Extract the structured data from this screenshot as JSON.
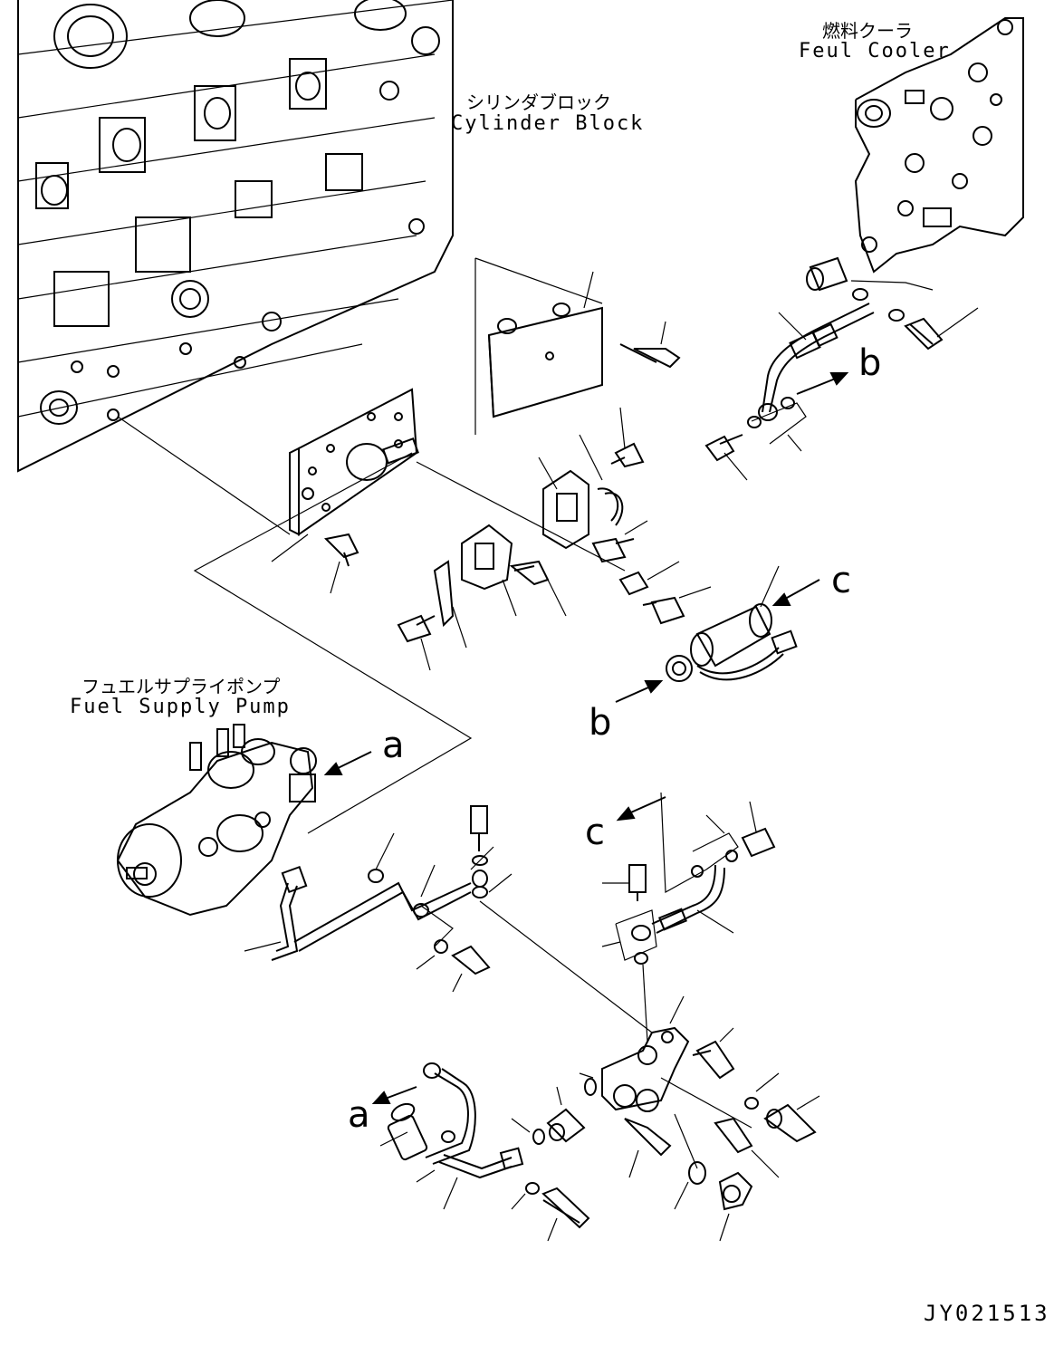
{
  "labels": {
    "fuel_cooler_jp": "燃料クーラ",
    "fuel_cooler_en": "Feul Cooler",
    "cylinder_block_jp": "シリンダブロック",
    "cylinder_block_en": "Cylinder Block",
    "fuel_supply_pump_jp": "フュエルサプライポンプ",
    "fuel_supply_pump_en": "Fuel Supply Pump"
  },
  "refs": {
    "a1": "a",
    "a2": "a",
    "b1": "b",
    "b2": "b",
    "c1": "c",
    "c2": "c"
  },
  "drawing_code": "JY021513"
}
